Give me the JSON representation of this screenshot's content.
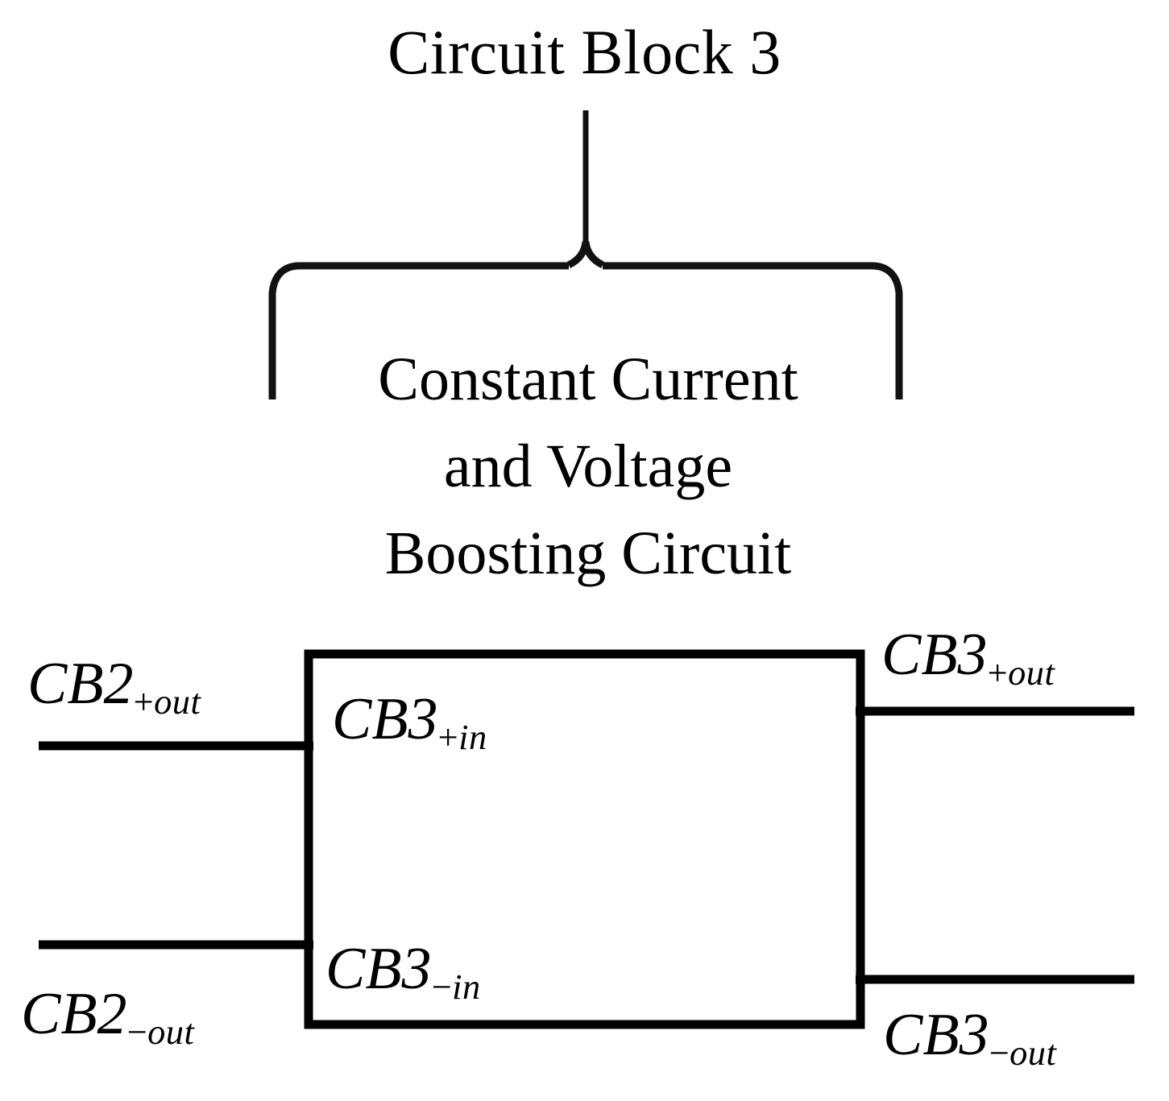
{
  "figure": {
    "title": "Circuit Block 3",
    "caption_lines": [
      "Constant Current",
      "and Voltage",
      "Boosting Circuit"
    ],
    "background_color": "#ffffff",
    "stroke_color": "#000000",
    "text_color": "#000000"
  },
  "block": {
    "name": "CB3",
    "body_label_top": {
      "base": "CB3",
      "sign": "+",
      "suffix": "in",
      "full": "CB3+in"
    },
    "body_label_bottom": {
      "base": "CB3",
      "sign": "−",
      "suffix": "in",
      "full": "CB3−in"
    }
  },
  "ports": {
    "inputs": [
      {
        "id": "cb2-plus-out",
        "base": "CB2",
        "sign": "+",
        "suffix": "out",
        "full": "CB2+out",
        "side": "left",
        "position": "top"
      },
      {
        "id": "cb2-minus-out",
        "base": "CB2",
        "sign": "−",
        "suffix": "out",
        "full": "CB2−out",
        "side": "left",
        "position": "bottom"
      }
    ],
    "outputs": [
      {
        "id": "cb3-plus-out",
        "base": "CB3",
        "sign": "+",
        "suffix": "out",
        "full": "CB3+out",
        "side": "right",
        "position": "top"
      },
      {
        "id": "cb3-minus-out",
        "base": "CB3",
        "sign": "−",
        "suffix": "out",
        "full": "CB3−out",
        "side": "right",
        "position": "bottom"
      }
    ]
  },
  "annotation": {
    "brace_type": "curly-brace-down",
    "brace_points_to": "Circuit Block 3"
  }
}
